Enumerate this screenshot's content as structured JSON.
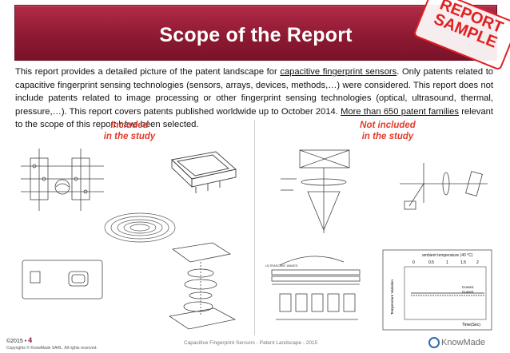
{
  "title": "Scope of the Report",
  "stamp": {
    "line1": "REPORT",
    "line2": "SAMPLE"
  },
  "intro": {
    "p1": "This report provides a detailed picture of the patent landscape for ",
    "link1": "capacitive fingerprint sensors",
    "p2": ". Only patents related to capacitive fingerprint sensing technologies (sensors, arrays, devices, methods,…) were considered. This report does not include patents related to image processing or other fingerprint sensing technologies (optical, ultrasound, thermal, pressure,…). This report covers patents published worldwide up to October 2014. ",
    "link2": "More than 650 patent families",
    "p3": " relevant to the scope of this report have been selected."
  },
  "columns": {
    "included": {
      "line1": "Included",
      "line2": "in the study"
    },
    "not_included": {
      "line1": "Not included",
      "line2": "in the study"
    }
  },
  "figure_texts": {
    "chart_title": "ambient temperature (40 °C)",
    "chart_xlabel": "Time(Sec)",
    "chart_ylabel": "Temperature Variation",
    "chart_xticks": [
      "0",
      "0.5",
      "1",
      "1.5",
      "2"
    ],
    "chart_legend": [
      "Curve1",
      "Curve2"
    ],
    "ultrasonic_label": "ULTRASONIC WAVES"
  },
  "footer": {
    "page_prefix": "©2015 • ",
    "page_number": "4",
    "copyright": "Copyrights © KnowMade SARL. All rights reserved.",
    "center": "Capacitive Fingerprint Sensors - Patent Landscape - 2015",
    "logo": "KnowMade"
  },
  "colors": {
    "title_bar": "#8e1a33",
    "label": "#e23b2a",
    "stamp": "#e02020"
  }
}
